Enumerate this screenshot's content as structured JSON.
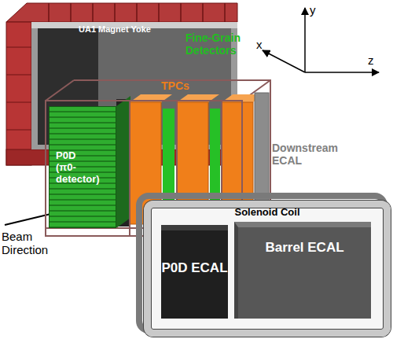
{
  "diagram": {
    "nodes": [
      {
        "text": [
          "UA1 Magnet Yoke"
        ]
      },
      {
        "text": [
          "P0D (π0-detector)"
        ]
      },
      {
        "text": [
          "Solenoid Coil"
        ]
      },
      {
        "text": [
          "P0D ECAL"
        ],
        "in": 2
      },
      {
        "text": [
          "Barrel ECAL"
        ],
        "in": 2
      }
    ],
    "labels": [
      "x",
      "y",
      "z",
      "TPCs",
      "Fine-Grain Detectors",
      "Downstream ECAL",
      "Beam Direction"
    ]
  }
}
